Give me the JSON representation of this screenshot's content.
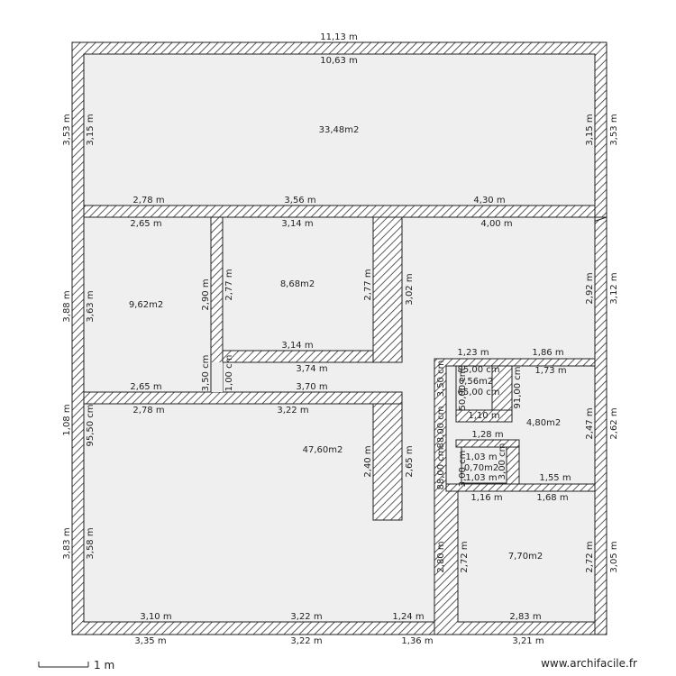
{
  "plan": {
    "site": "www.archifacile.fr",
    "scale_label": "1 m",
    "areas": {
      "top": "33,48m2",
      "left_room": "9,62m2",
      "center_room": "8,68m2",
      "big_room": "47,60m2",
      "right_room": "4,80m2",
      "bottom_right": "7,70m2",
      "small_a": "0,56m2",
      "small_b": "0,70m2"
    },
    "dims": {
      "top_ext": "11,13 m",
      "top_int": "10,63 m",
      "top_left_ext": "3,53 m",
      "top_left_int": "3,15 m",
      "top_right_int": "3,15 m",
      "top_right_ext": "3,53 m",
      "wall1_a": "2,78 m",
      "wall1_b": "3,56 m",
      "wall1_c": "4,30 m",
      "left_room_top": "2,65 m",
      "center_top": "3,14 m",
      "right_top": "4,00 m",
      "left_ext_mid": "3,88 m",
      "left_room_h": "3,63 m",
      "left_room_h2": "2,90 m",
      "center_h_left": "2,77 m",
      "center_h_right": "2,77 m",
      "corridor_h": "3,02 m",
      "right_h_int": "2,92 m",
      "right_h_ext": "3,12 m",
      "center_bottom": "3,14 m",
      "corridor_w": "3,74 m",
      "left_room_bottom": "2,65 m",
      "gap_a": "3,50 cm",
      "gap_b": "1,00 cm",
      "wall2": "3,70 m",
      "r_a": "1,23 m",
      "r_b": "1,86 m",
      "r_c": "1,73 m",
      "s_a": "85,00 cm",
      "s_b": "65,00 cm",
      "s_c": "50,00 cm",
      "s_d": "3,50 cm",
      "s_e": "91,00 cm",
      "s_f": "1,10 m",
      "s_g": "1,28 m",
      "s_h": "88,00 cm",
      "s_i": "88,00 cm",
      "s_j": "1,03 m",
      "s_k": "1,03 m",
      "s_l": "3,00 cm",
      "s_m": "3,00 cm",
      "s_n": "1,55 m",
      "r_h_int": "2,47 m",
      "r_h_ext": "2,62 m",
      "left_ext_small": "1,08 m",
      "big_gap": "95,50 cm",
      "big_top_a": "2,78 m",
      "big_top_b": "3,22 m",
      "big_corr_h": "2,40 m",
      "big_corr_h2": "2,65 m",
      "br_a": "1,16 m",
      "br_b": "1,68 m",
      "left_ext_bottom": "3,83 m",
      "big_h": "3,58 m",
      "br_wall_h": "2,80 m",
      "br_h_int_left": "2,72 m",
      "br_h_int_right": "2,72 m",
      "br_h_ext": "3,05 m",
      "bottom_int_a": "3,10 m",
      "bottom_int_b": "3,22 m",
      "bottom_int_c": "1,24 m",
      "bottom_int_d": "2,83 m",
      "bottom_ext_a": "3,35 m",
      "bottom_ext_b": "3,22 m",
      "bottom_ext_c": "1,36 m",
      "bottom_ext_d": "3,21 m"
    }
  }
}
